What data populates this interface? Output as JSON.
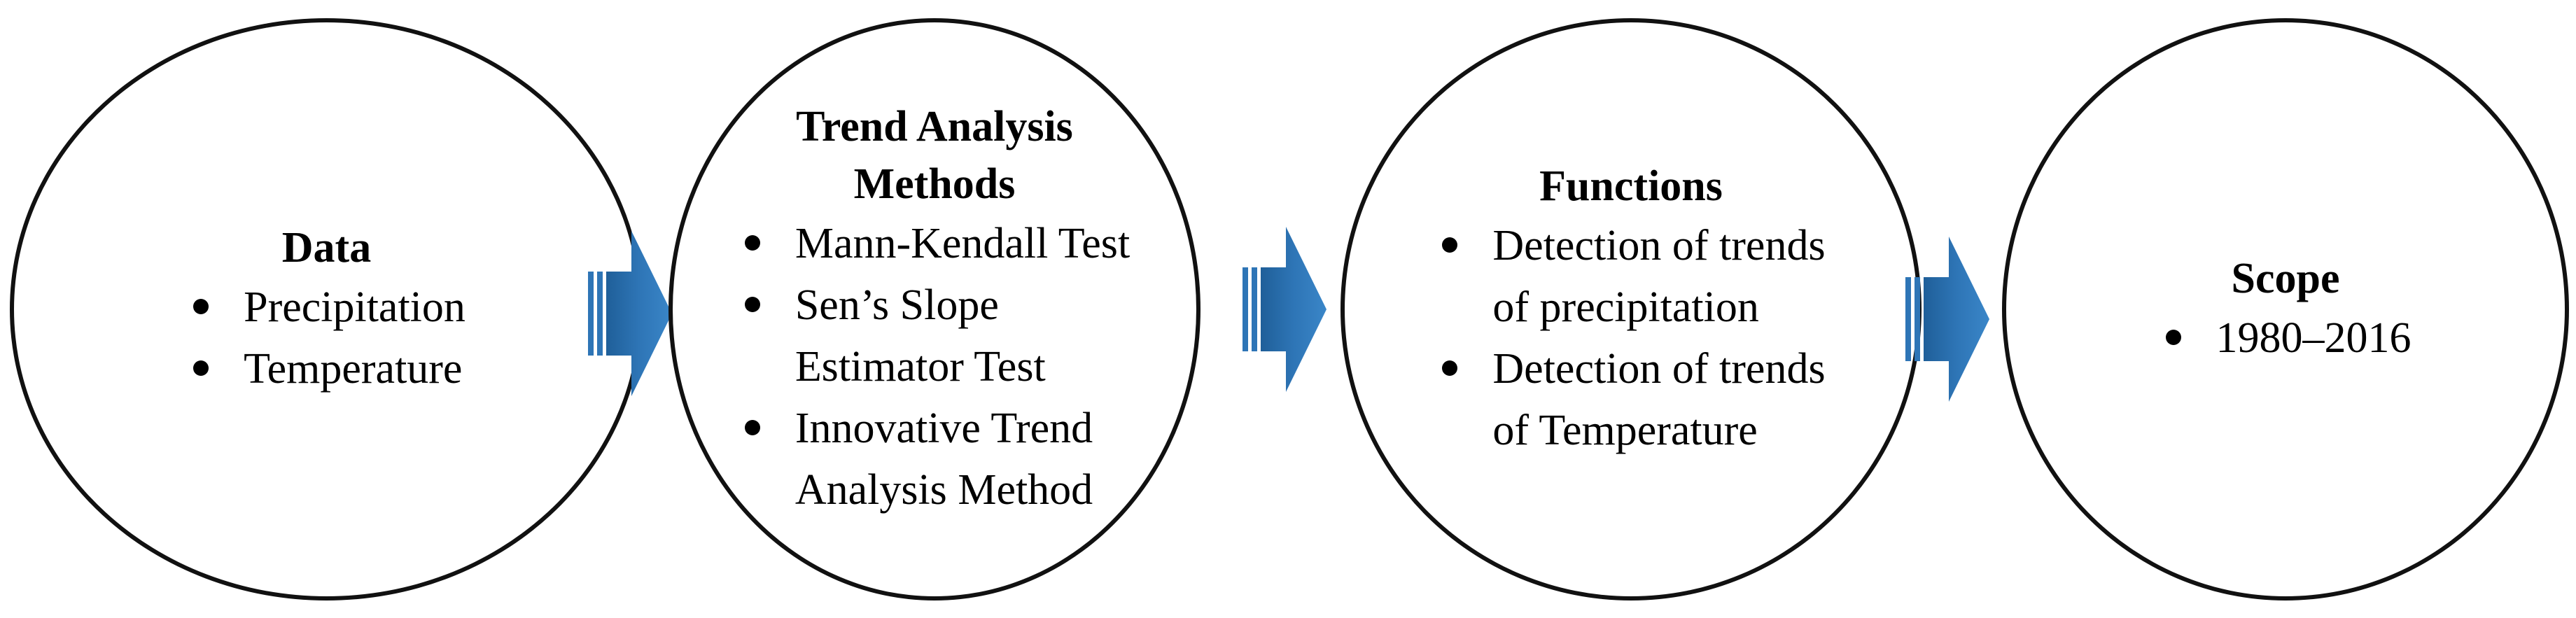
{
  "diagram": {
    "accent_color": "#2E75B6",
    "steps": [
      {
        "title_lines": [
          "Data"
        ],
        "items": [
          {
            "lines": [
              "Precipitation"
            ]
          },
          {
            "lines": [
              "Temperature"
            ]
          }
        ]
      },
      {
        "title_lines": [
          "Trend Analysis",
          "Methods"
        ],
        "items": [
          {
            "lines": [
              "Mann-Kendall Test"
            ]
          },
          {
            "lines": [
              "Sen’s Slope",
              "Estimator Test"
            ]
          },
          {
            "lines": [
              "Innovative Trend",
              "Analysis Method"
            ]
          }
        ]
      },
      {
        "title_lines": [
          "Functions"
        ],
        "items": [
          {
            "lines": [
              "Detection of trends",
              "of precipitation"
            ]
          },
          {
            "lines": [
              "Detection of trends",
              "of Temperature"
            ]
          }
        ]
      },
      {
        "title_lines": [
          "Scope"
        ],
        "items": [
          {
            "lines": [
              "1980–2016"
            ]
          }
        ]
      }
    ]
  }
}
